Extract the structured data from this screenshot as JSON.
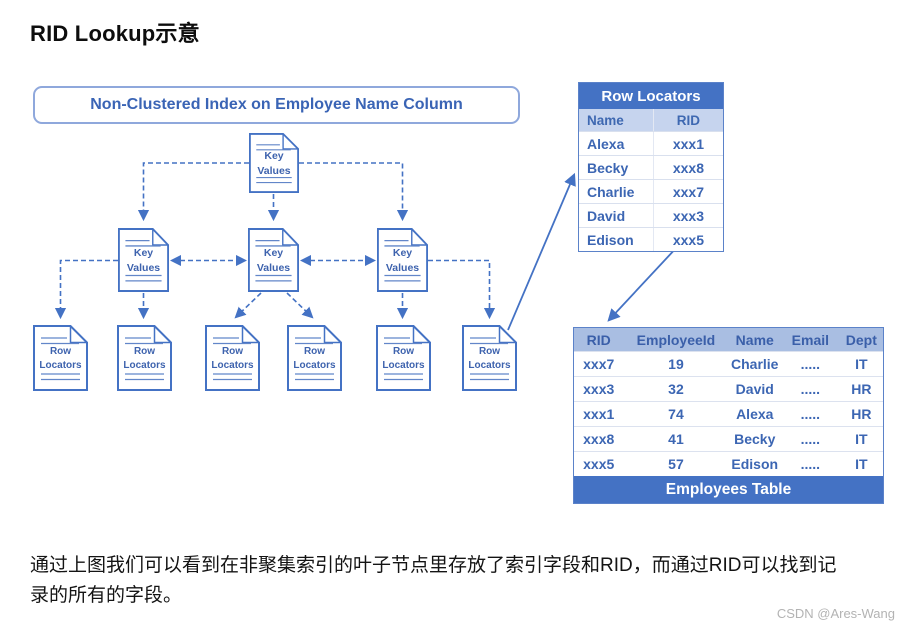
{
  "page": {
    "title": "RID Lookup示意",
    "caption_lines": [
      "通过上图我们可以看到在非聚集索引的叶子节点里存放了索引字段和RID，而通过RID可以找到记",
      "录的所有的字段。"
    ],
    "watermark": "CSDN @Ares-Wang"
  },
  "colors": {
    "accent": "#4472C4",
    "table_header_fill": "#4472C4",
    "row_locators_subheader_fill": "#C6D4EE",
    "employees_header_fill": "#A9BEE2",
    "diagram_text": "#3E63AE",
    "caption_text": "#141414",
    "watermark_text": "#B3B3B3"
  },
  "diagram": {
    "banner": "Non-Clustered Index on Employee Name Column",
    "key_node_label": "Key\nValues",
    "leaf_node_label": "Row\nLocators"
  },
  "row_locators": {
    "title": "Row Locators",
    "columns": [
      "Name",
      "RID"
    ],
    "rows": [
      {
        "name": "Alexa",
        "rid": "xxx1"
      },
      {
        "name": "Becky",
        "rid": "xxx8"
      },
      {
        "name": "Charlie",
        "rid": "xxx7"
      },
      {
        "name": "David",
        "rid": "xxx3"
      },
      {
        "name": "Edison",
        "rid": "xxx5"
      }
    ]
  },
  "employees": {
    "columns": [
      "RID",
      "EmployeeId",
      "Name",
      "Email",
      "Dept"
    ],
    "rows": [
      [
        "xxx7",
        "19",
        "Charlie",
        ".....",
        "IT"
      ],
      [
        "xxx3",
        "32",
        "David",
        ".....",
        "HR"
      ],
      [
        "xxx1",
        "74",
        "Alexa",
        ".....",
        "HR"
      ],
      [
        "xxx8",
        "41",
        "Becky",
        ".....",
        "IT"
      ],
      [
        "xxx5",
        "57",
        "Edison",
        ".....",
        "IT"
      ]
    ],
    "footer": "Employees Table"
  }
}
